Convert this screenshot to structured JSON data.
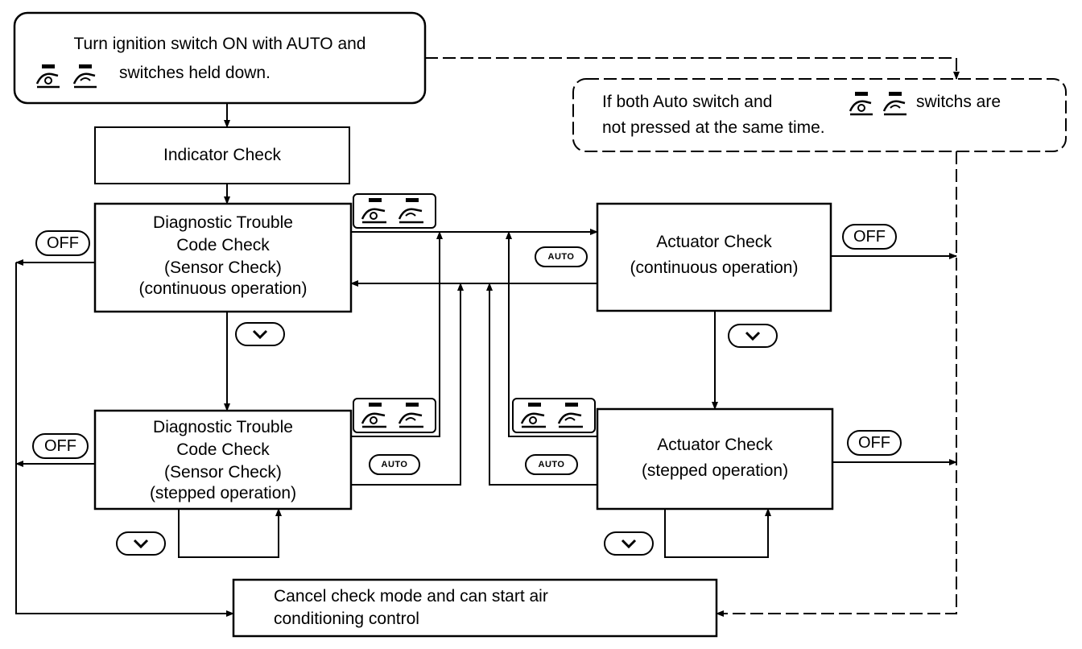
{
  "nodes": {
    "start": {
      "line1": "Turn ignition switch ON with AUTO and",
      "line2": "switches held down."
    },
    "note": {
      "line1": "If both Auto switch and",
      "line1b": "switchs are",
      "line2": "not pressed at the same time."
    },
    "indicator": {
      "label": "Indicator Check"
    },
    "dtc_continuous": {
      "line1": "Diagnostic Trouble",
      "line2": "Code Check",
      "line3": "(Sensor Check)",
      "line4": "(continuous operation)"
    },
    "dtc_stepped": {
      "line1": "Diagnostic Trouble",
      "line2": "Code Check",
      "line3": "(Sensor Check)",
      "line4": "(stepped operation)"
    },
    "actuator_continuous": {
      "line1": "Actuator Check",
      "line2": "(continuous operation)"
    },
    "actuator_stepped": {
      "line1": "Actuator Check",
      "line2": "(stepped operation)"
    },
    "cancel": {
      "line1": "Cancel check mode and can start air",
      "line2": "conditioning control"
    }
  },
  "buttons": {
    "off": "OFF",
    "auto": "AUTO",
    "down_icon": "chevron-down-icon",
    "switch_icons": [
      "fresh-air-icon",
      "recirculation-icon"
    ]
  },
  "colors": {
    "line": "#000000",
    "background": "#ffffff"
  }
}
